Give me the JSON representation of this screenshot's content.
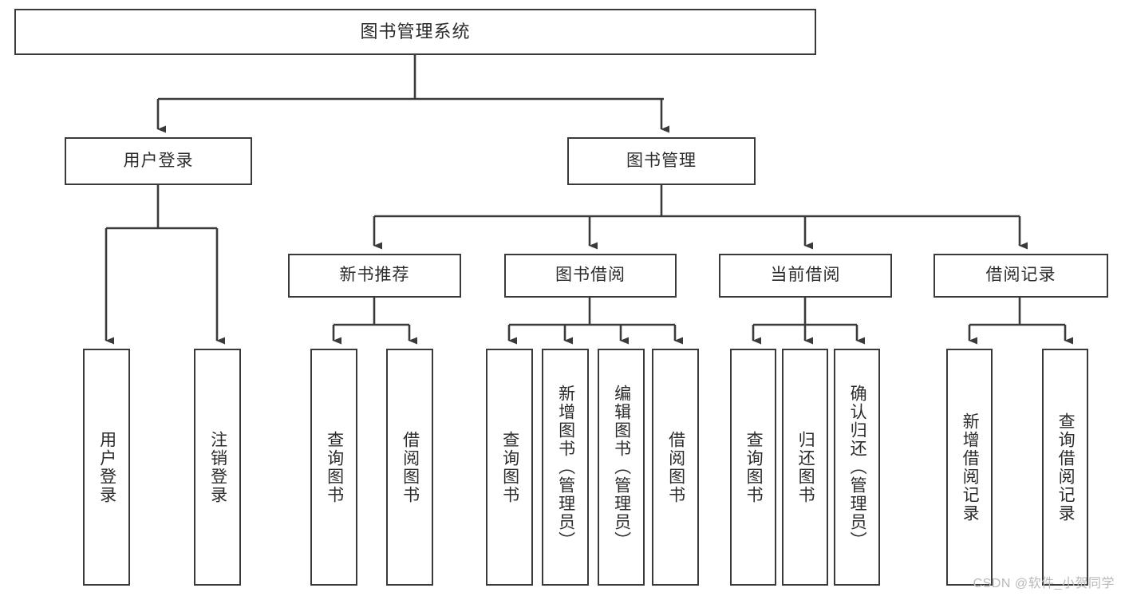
{
  "diagram": {
    "title": "图书管理系统",
    "type": "tree",
    "root": {
      "label": "图书管理系统"
    },
    "level1": [
      {
        "id": "user-login",
        "label": "用户登录"
      },
      {
        "id": "book-manage",
        "label": "图书管理"
      }
    ],
    "level2": [
      {
        "id": "new-book-recommend",
        "label": "新书推荐",
        "parent": "book-manage"
      },
      {
        "id": "book-borrow",
        "label": "图书借阅",
        "parent": "book-manage"
      },
      {
        "id": "current-borrow",
        "label": "当前借阅",
        "parent": "book-manage"
      },
      {
        "id": "borrow-record",
        "label": "借阅记录",
        "parent": "book-manage"
      }
    ],
    "leaves": {
      "user-login": [
        {
          "id": "leaf-user-login",
          "label": "用户登录"
        },
        {
          "id": "leaf-logout-login",
          "label": "注销登录"
        }
      ],
      "new-book-recommend": [
        {
          "id": "leaf-query-book-1",
          "label": "查询图书"
        },
        {
          "id": "leaf-borrow-book-1",
          "label": "借阅图书"
        }
      ],
      "book-borrow": [
        {
          "id": "leaf-query-book-2",
          "label": "查询图书"
        },
        {
          "id": "leaf-add-book",
          "label": "新增图书（管理员）"
        },
        {
          "id": "leaf-edit-book",
          "label": "编辑图书（管理员）"
        },
        {
          "id": "leaf-borrow-book-2",
          "label": "借阅图书"
        }
      ],
      "current-borrow": [
        {
          "id": "leaf-query-book-3",
          "label": "查询图书"
        },
        {
          "id": "leaf-return-book",
          "label": "归还图书"
        },
        {
          "id": "leaf-confirm-return",
          "label": "确认归还（管理员）"
        }
      ],
      "borrow-record": [
        {
          "id": "leaf-add-record",
          "label": "新增借阅记录"
        },
        {
          "id": "leaf-query-record",
          "label": "查询借阅记录"
        }
      ]
    },
    "colors": {
      "stroke": "#3a3a3a",
      "box_fill": "#ffffff",
      "text": "#2b2b2b",
      "watermark": "#b9b9b9",
      "background": "#ffffff"
    }
  },
  "watermark": {
    "text": "CSDN @软件_小贺同学"
  }
}
